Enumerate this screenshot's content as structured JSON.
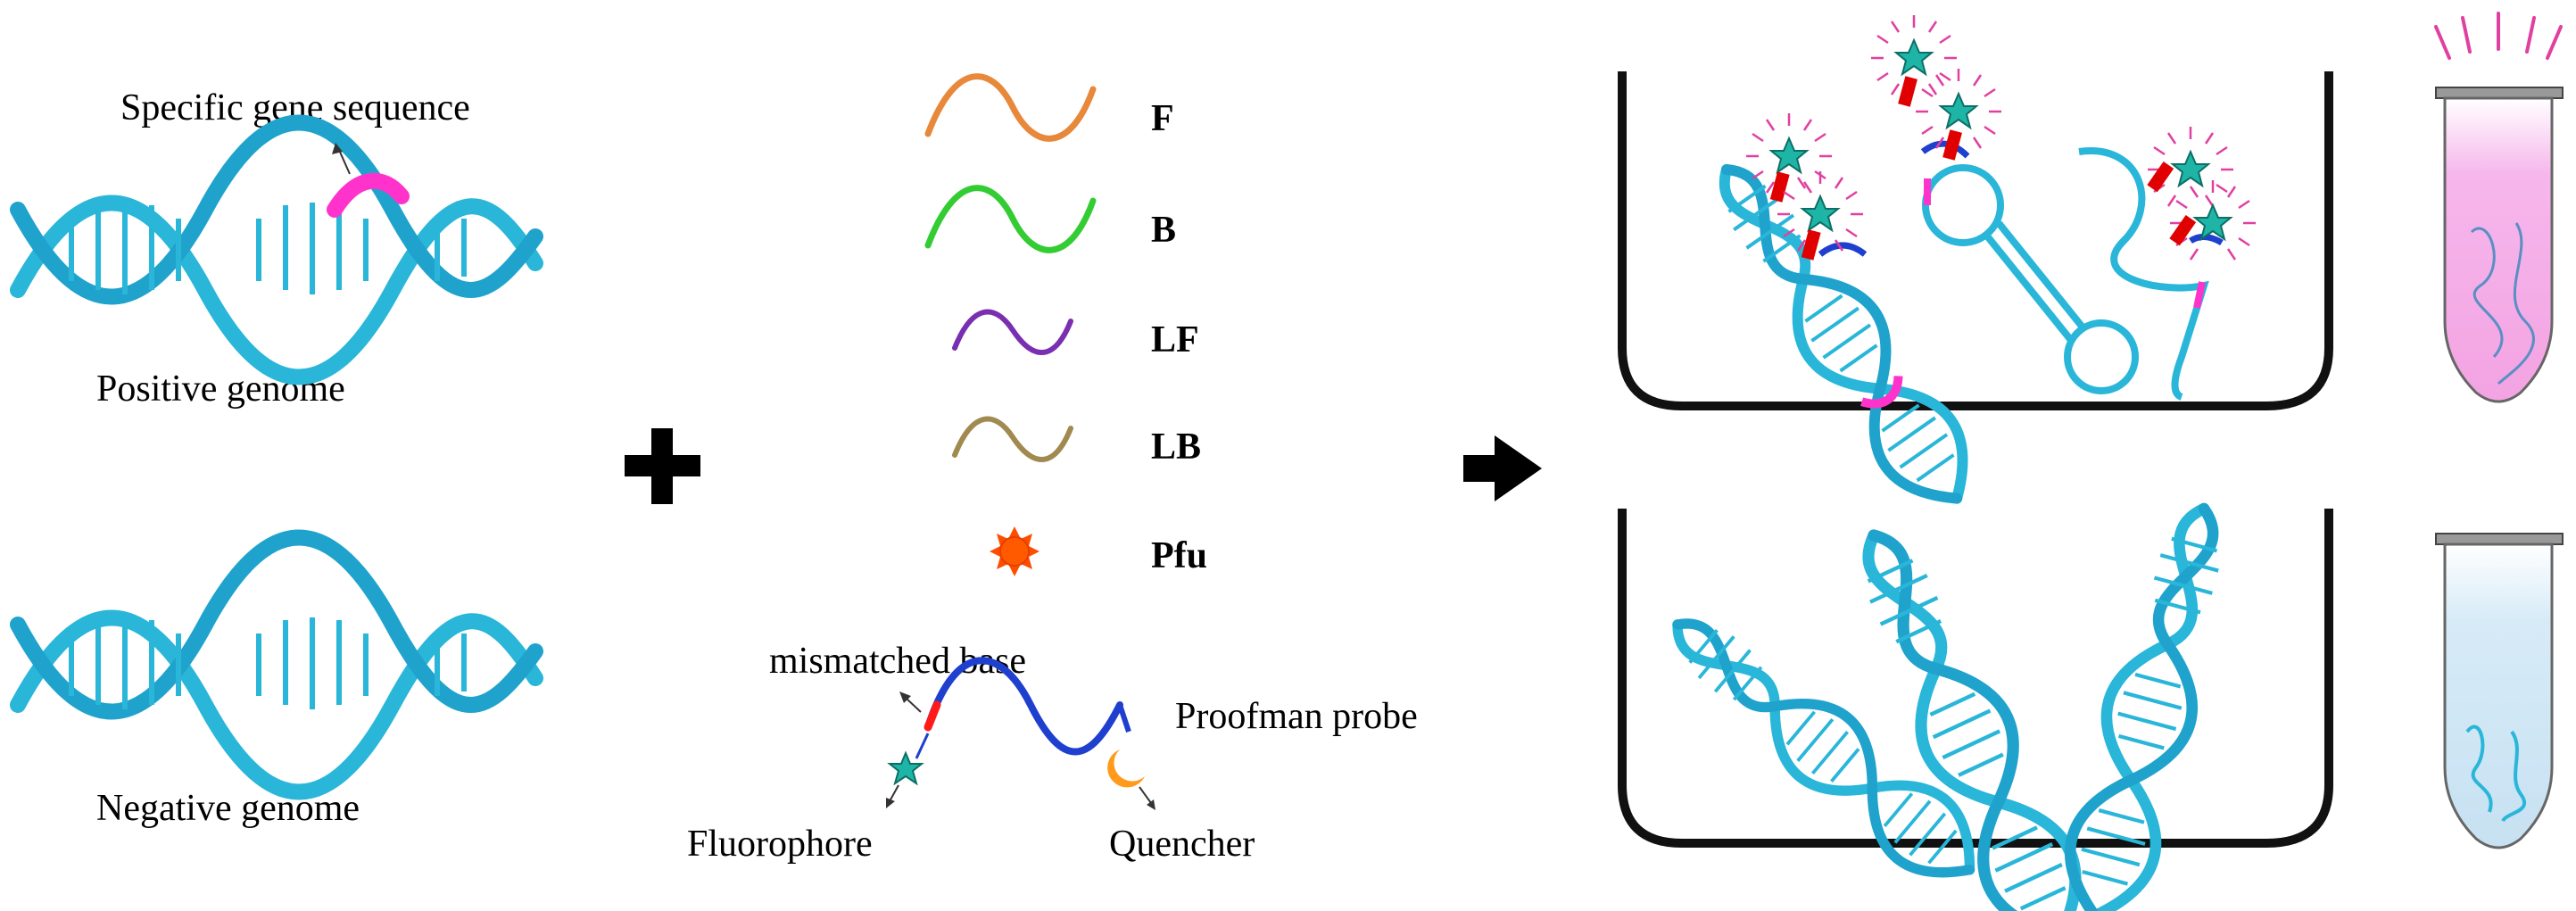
{
  "colors": {
    "dna": "#29b6d9",
    "dna_dark": "#1a8fb3",
    "target": "#ff33cc",
    "primer_F": "#e8883a",
    "primer_B": "#33cc33",
    "primer_LF": "#7a2fb0",
    "primer_LB": "#a08a50",
    "enzyme": "#ff4d00",
    "probe": "#1f3fcf",
    "mismatch": "#ff1a1a",
    "fluorophore": "#1fb5a6",
    "quencher": "#ff9a1a",
    "beaker": "#111111",
    "positive_tube": "#f4a9e6",
    "negative_tube": "#cfe6f5",
    "glow": "#e040a0"
  },
  "icons": [
    "plus-icon",
    "right-arrow-icon",
    "dna-helix-icon",
    "star-fluorophore-icon",
    "quencher-moon-icon",
    "enzyme-sun-icon",
    "tube-icon"
  ],
  "genomes": {
    "specific_gene_label": "Specific gene sequence",
    "positive_label": "Positive genome",
    "negative_label": "Negative genome"
  },
  "reagents": {
    "F": "F",
    "B": "B",
    "LF": "LF",
    "LB": "LB",
    "Pfu": "Pfu"
  },
  "probe": {
    "mismatched_label": "mismatched base",
    "probe_label": "Proofman probe",
    "fluorophore_label": "Fluorophore",
    "quencher_label": "Quencher"
  }
}
